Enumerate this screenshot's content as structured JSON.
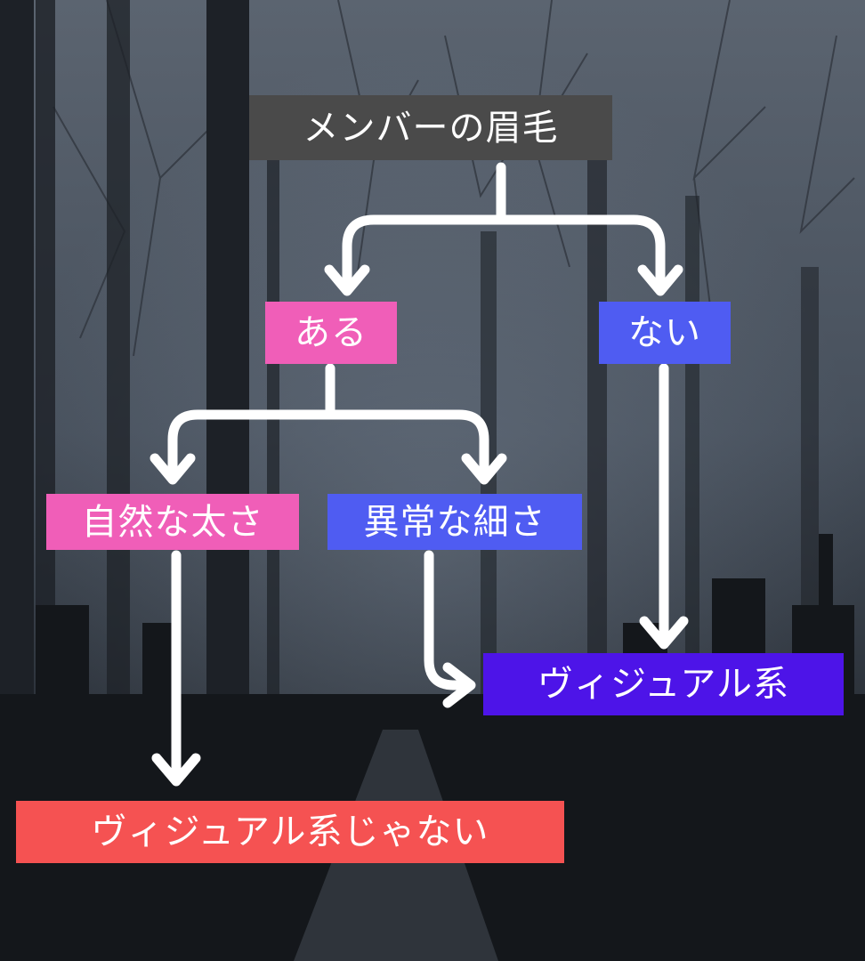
{
  "nodes": {
    "root": {
      "label": "メンバーの眉毛",
      "color": "#4a4a4a"
    },
    "aru": {
      "label": "ある",
      "color": "#f05eb8"
    },
    "nai": {
      "label": "ない",
      "color": "#4f5cf2"
    },
    "natural": {
      "label": "自然な太さ",
      "color": "#f05eb8"
    },
    "abnormal": {
      "label": "異常な細さ",
      "color": "#4f5cf2"
    },
    "visual": {
      "label": "ヴィジュアル系",
      "color": "#4d14e8"
    },
    "not_visual": {
      "label": "ヴィジュアル系じゃない",
      "color": "#f55252"
    }
  },
  "edges": [
    {
      "from": "root",
      "to": "aru"
    },
    {
      "from": "root",
      "to": "nai"
    },
    {
      "from": "aru",
      "to": "natural"
    },
    {
      "from": "aru",
      "to": "abnormal"
    },
    {
      "from": "natural",
      "to": "not_visual"
    },
    {
      "from": "abnormal",
      "to": "visual"
    },
    {
      "from": "nai",
      "to": "visual"
    }
  ],
  "style": {
    "arrow_color": "#ffffff",
    "background": "dark-forest-cemetery"
  }
}
